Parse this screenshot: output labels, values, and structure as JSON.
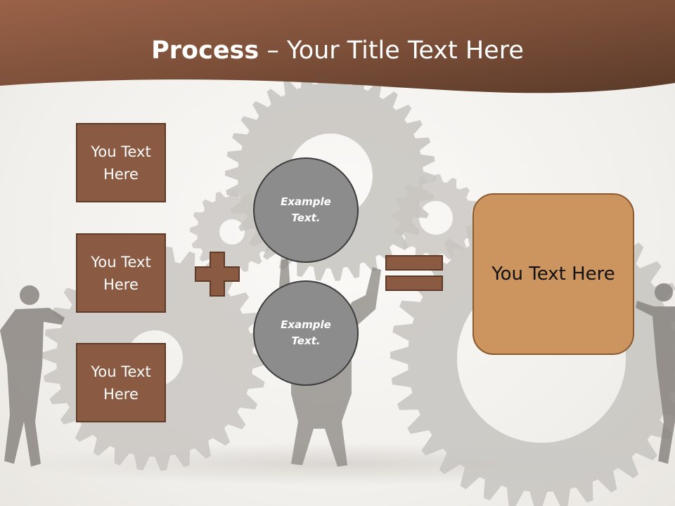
{
  "slide": {
    "title_bold": "Process",
    "title_rest": " – Your Title Text Here",
    "boxes": [
      {
        "label": "You Text Here"
      },
      {
        "label": "You Text Here"
      },
      {
        "label": "You Text Here"
      }
    ],
    "circles": [
      {
        "label": "Example Text."
      },
      {
        "label": "Example Text."
      }
    ],
    "result_label": "You Text Here"
  },
  "colors": {
    "header": "#7a4c36",
    "box_fill": "#8a5a42",
    "circle_fill": "#8c8c8c",
    "result_fill": "#cc9560",
    "gear": "#c9c6c2"
  },
  "icons": [
    "plus-icon",
    "equals-icon",
    "gear-icon"
  ]
}
